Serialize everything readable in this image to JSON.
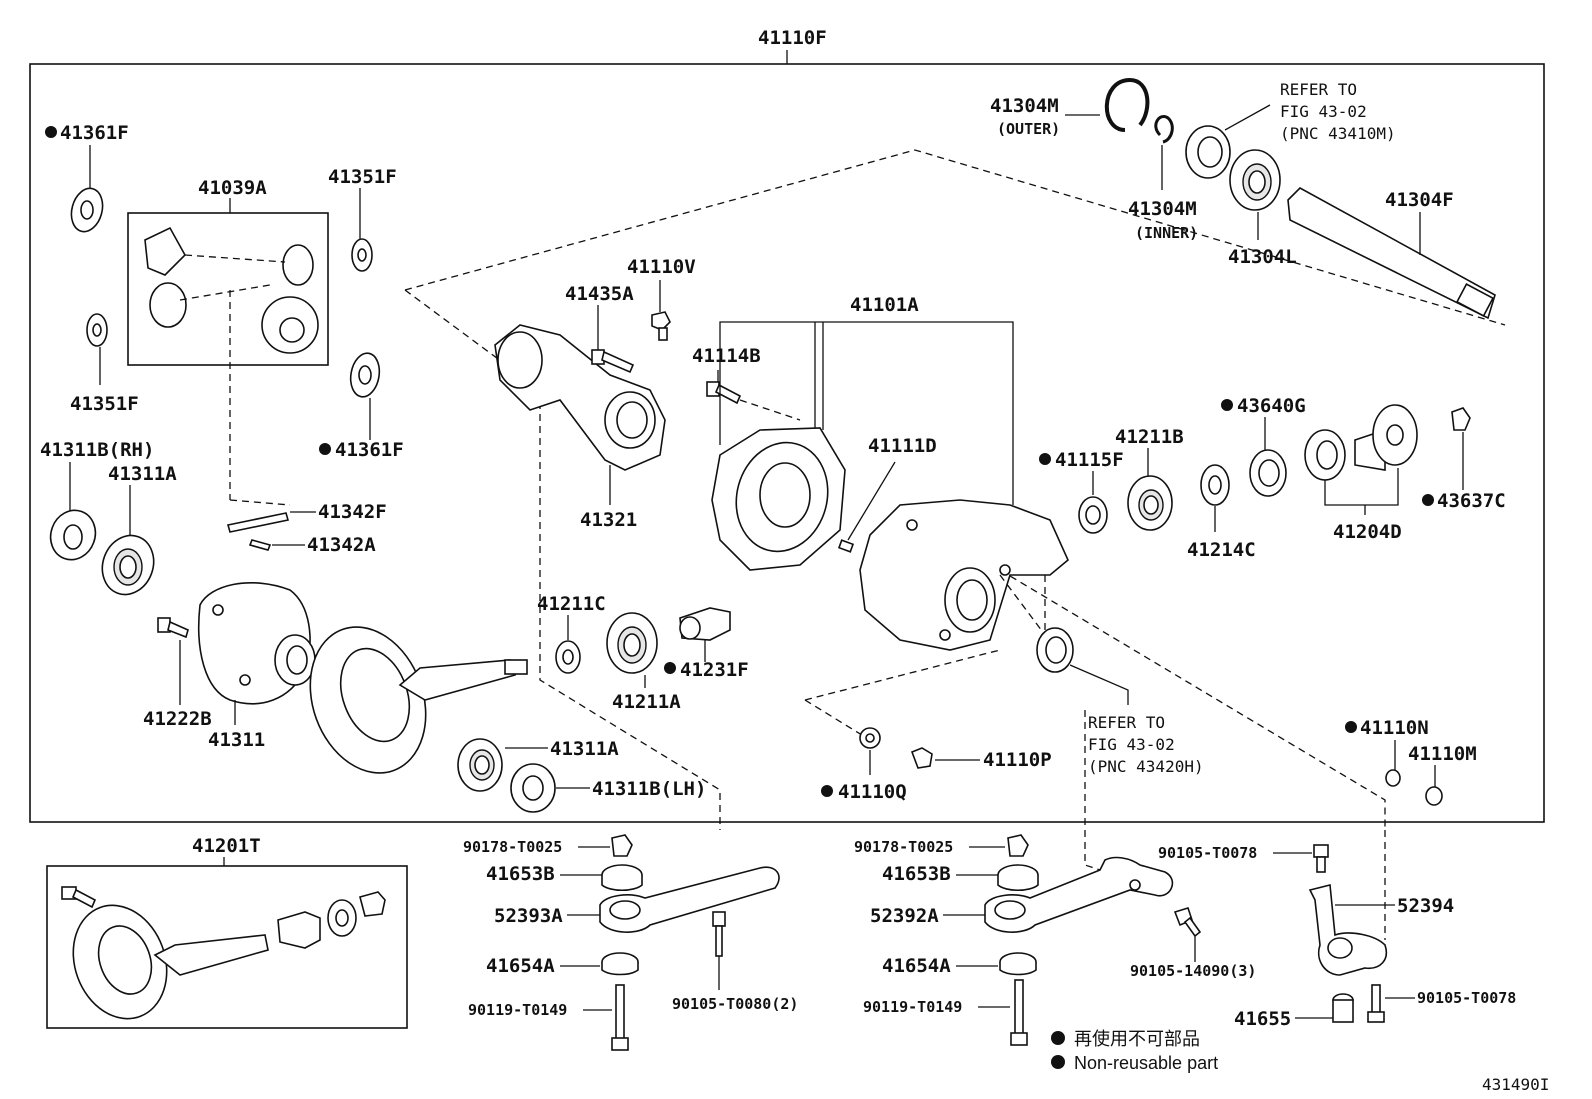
{
  "labels": {
    "asm_41110F": "41110F",
    "p41361F_top": "41361F",
    "p41039A": "41039A",
    "p41351F_top": "41351F",
    "p41351F_left": "41351F",
    "p41361F_mid": "41361F",
    "p41311B_RH": "41311B(RH)",
    "p41311A_left": "41311A",
    "p41342F": "41342F",
    "p41342A": "41342A",
    "p41222B": "41222B",
    "p41311": "41311",
    "p41311A_low": "41311A",
    "p41311B_LH": "41311B(LH)",
    "p41435A": "41435A",
    "p41110V": "41110V",
    "p41321": "41321",
    "p41114B": "41114B",
    "p41101A": "41101A",
    "p41111D": "41111D",
    "p41211C": "41211C",
    "p41211A": "41211A",
    "p41231F": "41231F",
    "p41304M_outer": "41304M",
    "p41304M_outer_note": "(OUTER)",
    "p41304M_inner": "41304M",
    "p41304M_inner_note": "(INNER)",
    "p41304L": "41304L",
    "p41304F": "41304F",
    "p41115F": "41115F",
    "p41211B": "41211B",
    "p43640G": "43640G",
    "p41214C": "41214C",
    "p41204D": "41204D",
    "p43637C": "43637C",
    "p41110Q": "41110Q",
    "p41110P": "41110P",
    "p41110N": "41110N",
    "p41110M": "41110M",
    "p41201T": "41201T",
    "p90178_left": "90178-T0025",
    "p41653B_left": "41653B",
    "p52393A": "52393A",
    "p41654A_left": "41654A",
    "p90119_left": "90119-T0149",
    "p90105_T0080": "90105-T0080(2)",
    "p90178_right": "90178-T0025",
    "p41653B_right": "41653B",
    "p52392A": "52392A",
    "p41654A_right": "41654A",
    "p90119_right": "90119-T0149",
    "p90105_14090": "90105-14090(3)",
    "p90105_T0078_top": "90105-T0078",
    "p52394": "52394",
    "p41655": "41655",
    "p90105_T0078_bot": "90105-T0078",
    "figure_id": "431490I"
  },
  "refers": {
    "refer1_line1": "REFER TO",
    "refer1_line2": "FIG 43-02",
    "refer1_line3": "(PNC 43410M)",
    "refer2_line1": "REFER TO",
    "refer2_line2": "FIG 43-02",
    "refer2_line3": "(PNC 43420H)"
  },
  "legend": {
    "jp": "再使用不可部品",
    "en": "Non-reusable part"
  }
}
